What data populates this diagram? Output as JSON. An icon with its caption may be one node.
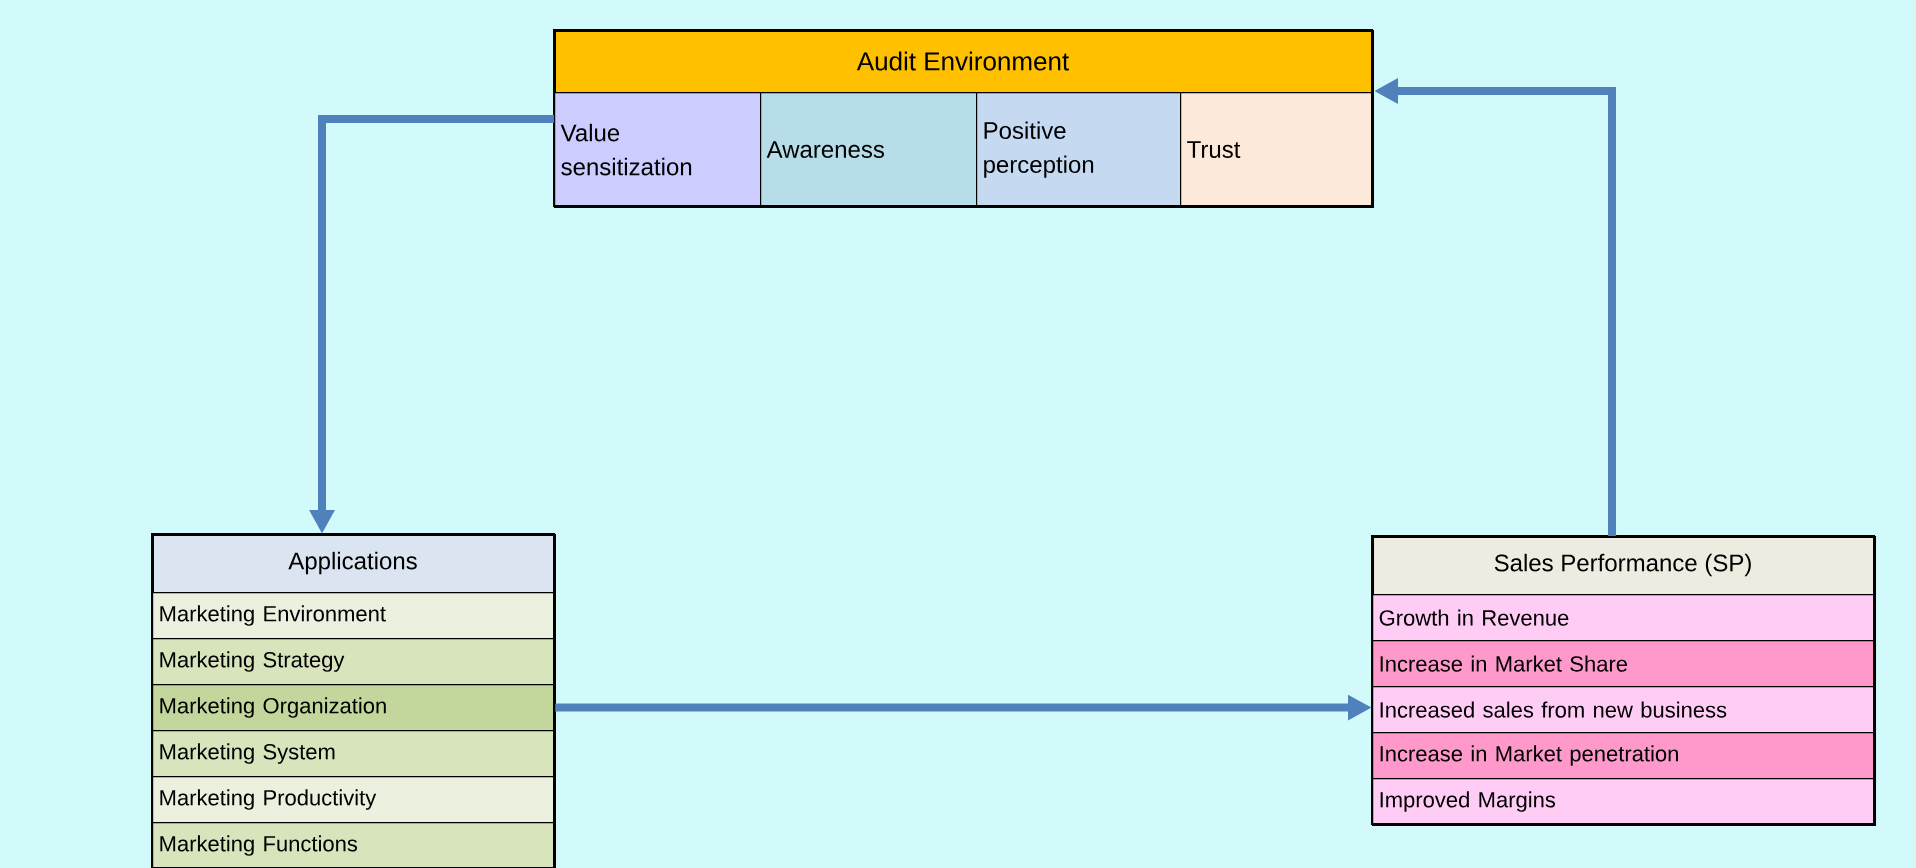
{
  "diagram": {
    "nodes": [
      {
        "text": [
          "Audit Environment"
        ]
      },
      {
        "text": [
          "Value sensitization"
        ],
        "in": 0
      },
      {
        "text": [
          "Awareness"
        ],
        "in": 0
      },
      {
        "text": [
          "Positive perception"
        ],
        "in": 0
      },
      {
        "text": [
          "Trust"
        ],
        "in": 0
      },
      {
        "text": [
          "Applications"
        ]
      },
      {
        "text": [
          "Marketing Environment"
        ],
        "in": 5
      },
      {
        "text": [
          "Marketing Strategy"
        ],
        "in": 5
      },
      {
        "text": [
          "Marketing Organization"
        ],
        "in": 5
      },
      {
        "text": [
          "Marketing System"
        ],
        "in": 5
      },
      {
        "text": [
          "Marketing Productivity"
        ],
        "in": 5
      },
      {
        "text": [
          "Marketing Functions"
        ],
        "in": 5
      },
      {
        "text": [
          "Sales Performance (SP)"
        ]
      },
      {
        "text": [
          "Growth in Revenue"
        ],
        "in": 12
      },
      {
        "text": [
          "Increase in Market Share"
        ],
        "in": 12
      },
      {
        "text": [
          "Increased sales from new business"
        ],
        "in": 12
      },
      {
        "text": [
          "Increase in Market penetration"
        ],
        "in": 12
      },
      {
        "text": [
          "Improved Margins"
        ],
        "in": 12
      }
    ],
    "edges": [
      {
        "from": 0,
        "to": 5,
        "arrow": "to"
      },
      {
        "from": 8,
        "to": 15,
        "arrow": "to"
      },
      {
        "from": 12,
        "to": 0,
        "arrow": "to"
      }
    ]
  }
}
